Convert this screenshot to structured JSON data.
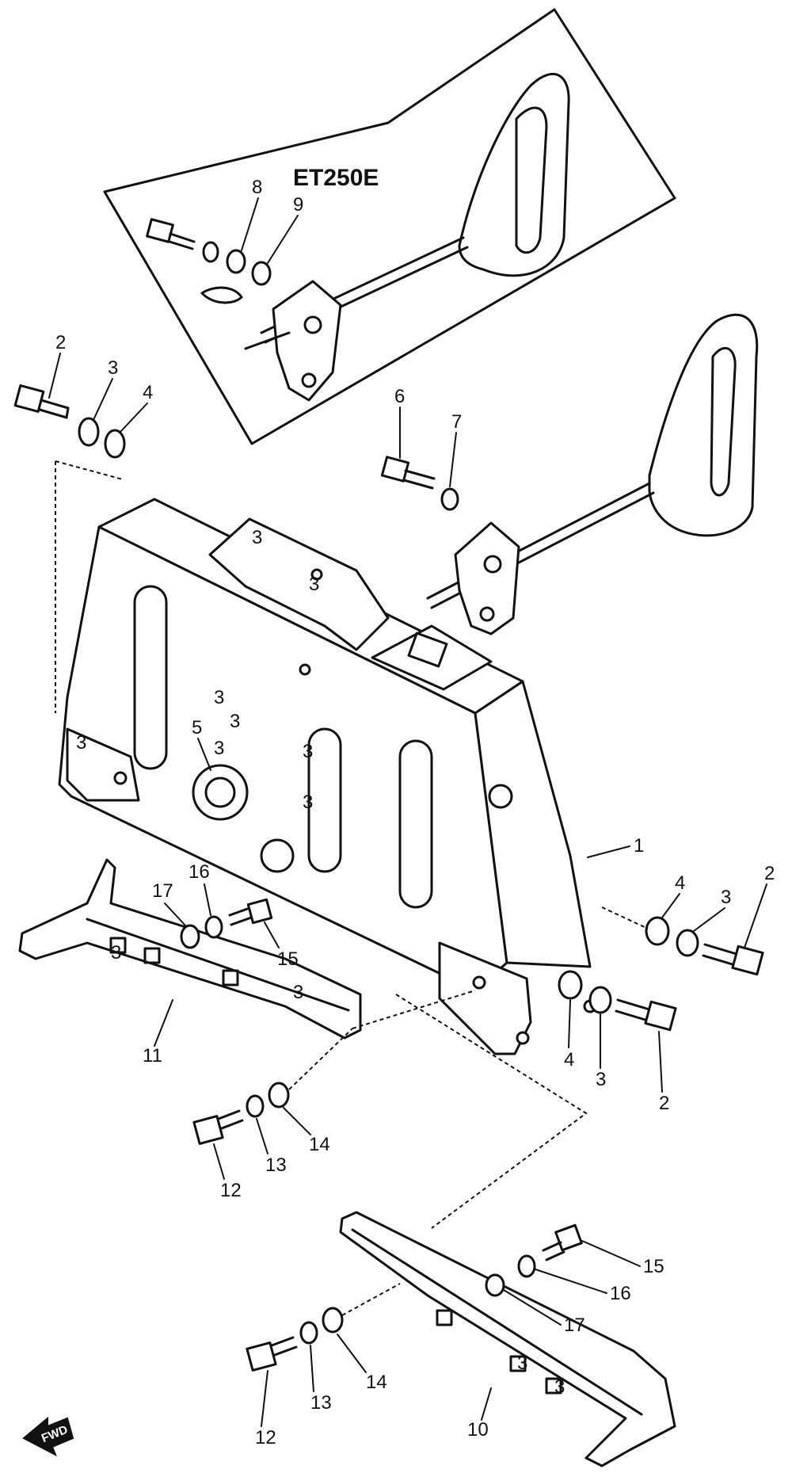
{
  "inset_title": "ET250E",
  "forward_label": "FWD",
  "callouts": {
    "c1": "1",
    "c2a": "2",
    "c3a": "3",
    "c4a": "4",
    "c5": "5",
    "c6": "6",
    "c7": "7",
    "c8": "8",
    "c9": "9",
    "c2b": "2",
    "c3b": "3",
    "c4b": "4",
    "c2c": "2",
    "c3c": "3",
    "c4c": "4",
    "c11": "11",
    "c12a": "12",
    "c13a": "13",
    "c14a": "14",
    "c15a": "15",
    "c16a": "16",
    "c17a": "17",
    "c10": "10",
    "c12b": "12",
    "c13b": "13",
    "c14b": "14",
    "c15b": "15",
    "c16b": "16",
    "c17b": "17",
    "m1": "3",
    "m2": "3",
    "m3": "3",
    "m4": "3",
    "m5": "3",
    "m6": "3",
    "m7": "3",
    "m8": "3",
    "m9": "3",
    "m10": "3",
    "m11": "3",
    "m12": "3"
  }
}
